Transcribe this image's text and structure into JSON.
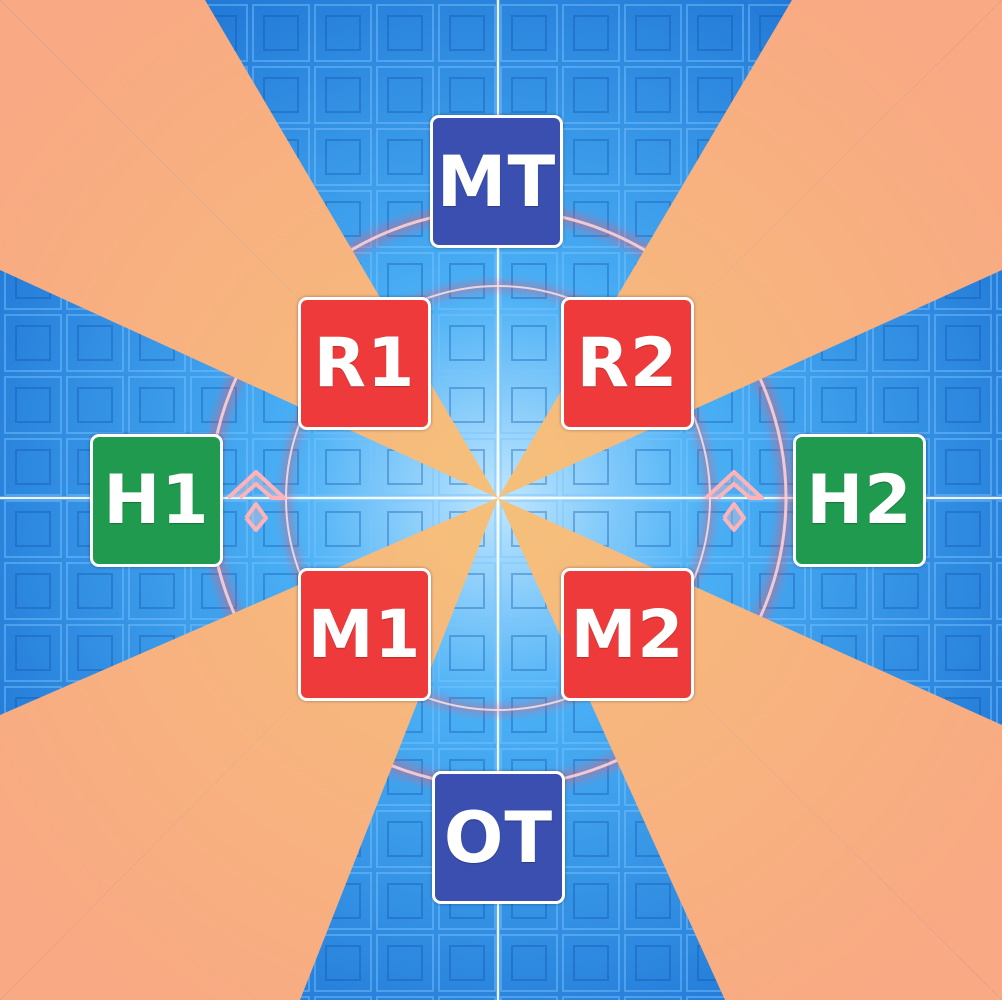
{
  "colors": {
    "floor_blue": "#1e7fe0",
    "floor_glow": "#bfe6ff",
    "aoe_cone": "#f9a983",
    "aoe_cone_inner": "#f5c07a",
    "ring_red": "#ff5060",
    "tank": "#3a4fb0",
    "healer": "#1f9a4e",
    "dps": "#ee3a3a"
  },
  "markers": {
    "mt": {
      "label": "MT",
      "role": "tank"
    },
    "ot": {
      "label": "OT",
      "role": "tank"
    },
    "h1": {
      "label": "H1",
      "role": "healer"
    },
    "h2": {
      "label": "H2",
      "role": "healer"
    },
    "r1": {
      "label": "R1",
      "role": "dps"
    },
    "r2": {
      "label": "R2",
      "role": "dps"
    },
    "m1": {
      "label": "M1",
      "role": "dps"
    },
    "m2": {
      "label": "M2",
      "role": "dps"
    }
  },
  "icons": [
    "chevron-up-icon-left",
    "chevron-up-icon-right"
  ]
}
